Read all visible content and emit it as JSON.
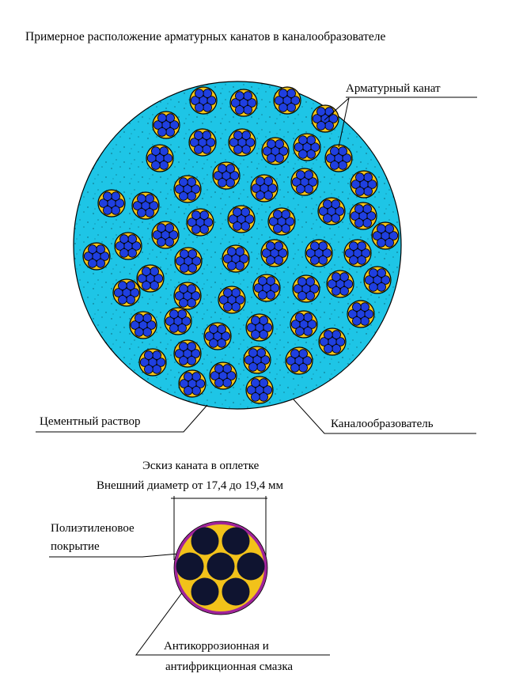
{
  "title": "Примерное расположение арматурных канатов в каналообразователе",
  "labels": {
    "strand": "Арматурный канат",
    "mortar": "Цементный раствор",
    "duct": "Каналообразователь",
    "sketch_title": "Эскиз каната в оплетке",
    "diameter": "Внешний диаметр от 17,4  до 19,4 мм",
    "pe_line1": "Полиэтиленовое",
    "pe_line2": "покрытие",
    "grease_line1": "Антикоррозионная и",
    "grease_line2": "антифрикционная смазка"
  },
  "colors": {
    "mortar_fill": "#1ec5e6",
    "wire_blue": "#1f3fe0",
    "grease_yellow": "#f2c21a",
    "sheath_purple": "#a0249a",
    "wire_dark": "#0f1430",
    "outline": "#000000"
  }
}
